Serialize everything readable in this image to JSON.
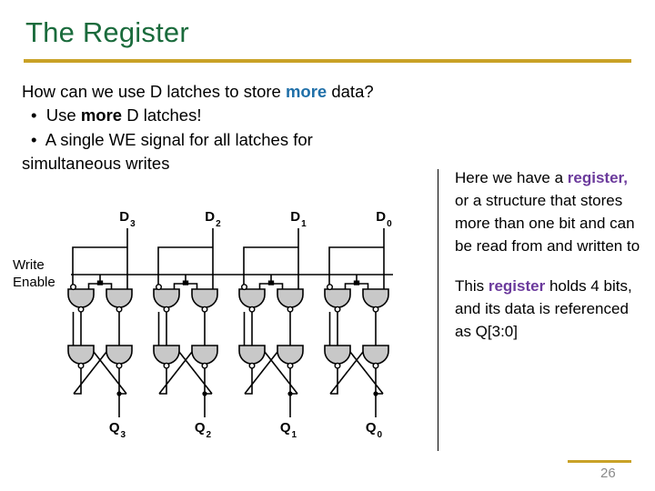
{
  "slide": {
    "title": "The Register",
    "page_number": "26",
    "accent_rule_color": "#c9a227",
    "title_color": "#1a6b3c"
  },
  "body": {
    "intro_pre": "How can we use D latches to store ",
    "intro_emph": "more",
    "intro_post": " data?",
    "bullets": [
      {
        "marker": "•",
        "pre": "Use ",
        "emph": "more",
        "post": " D latches!"
      },
      {
        "marker": "•",
        "pre": "A single WE signal for all latches for",
        "emph": "",
        "post": ""
      }
    ],
    "bullet2_wrap": "simultaneous writes",
    "emph_color_blue": "#1f6fa8",
    "emph_color_black": "#000000"
  },
  "right_column": {
    "paragraphs": [
      {
        "pre": "Here we have a ",
        "emph": "register,",
        "post": " or a structure that stores more than one bit and can be read from and written to"
      },
      {
        "pre": "This ",
        "emph": "register",
        "post": " holds 4 bits, and its data is referenced as Q[3:0]"
      }
    ],
    "emph_color": "#6b3a9c"
  },
  "circuit": {
    "write_enable_label_line1": "Write",
    "write_enable_label_line2": "Enable",
    "inputs": [
      {
        "name": "D",
        "sub": "3"
      },
      {
        "name": "D",
        "sub": "2"
      },
      {
        "name": "D",
        "sub": "1"
      },
      {
        "name": "D",
        "sub": "0"
      }
    ],
    "outputs": [
      {
        "name": "Q",
        "sub": "3"
      },
      {
        "name": "Q",
        "sub": "2"
      },
      {
        "name": "Q",
        "sub": "1"
      },
      {
        "name": "Q",
        "sub": "0"
      }
    ],
    "latch_count": 4,
    "gates_per_latch": 4,
    "gate_type": "nand",
    "gate_fill": "#c8c8c8",
    "wire_color": "#000000"
  }
}
